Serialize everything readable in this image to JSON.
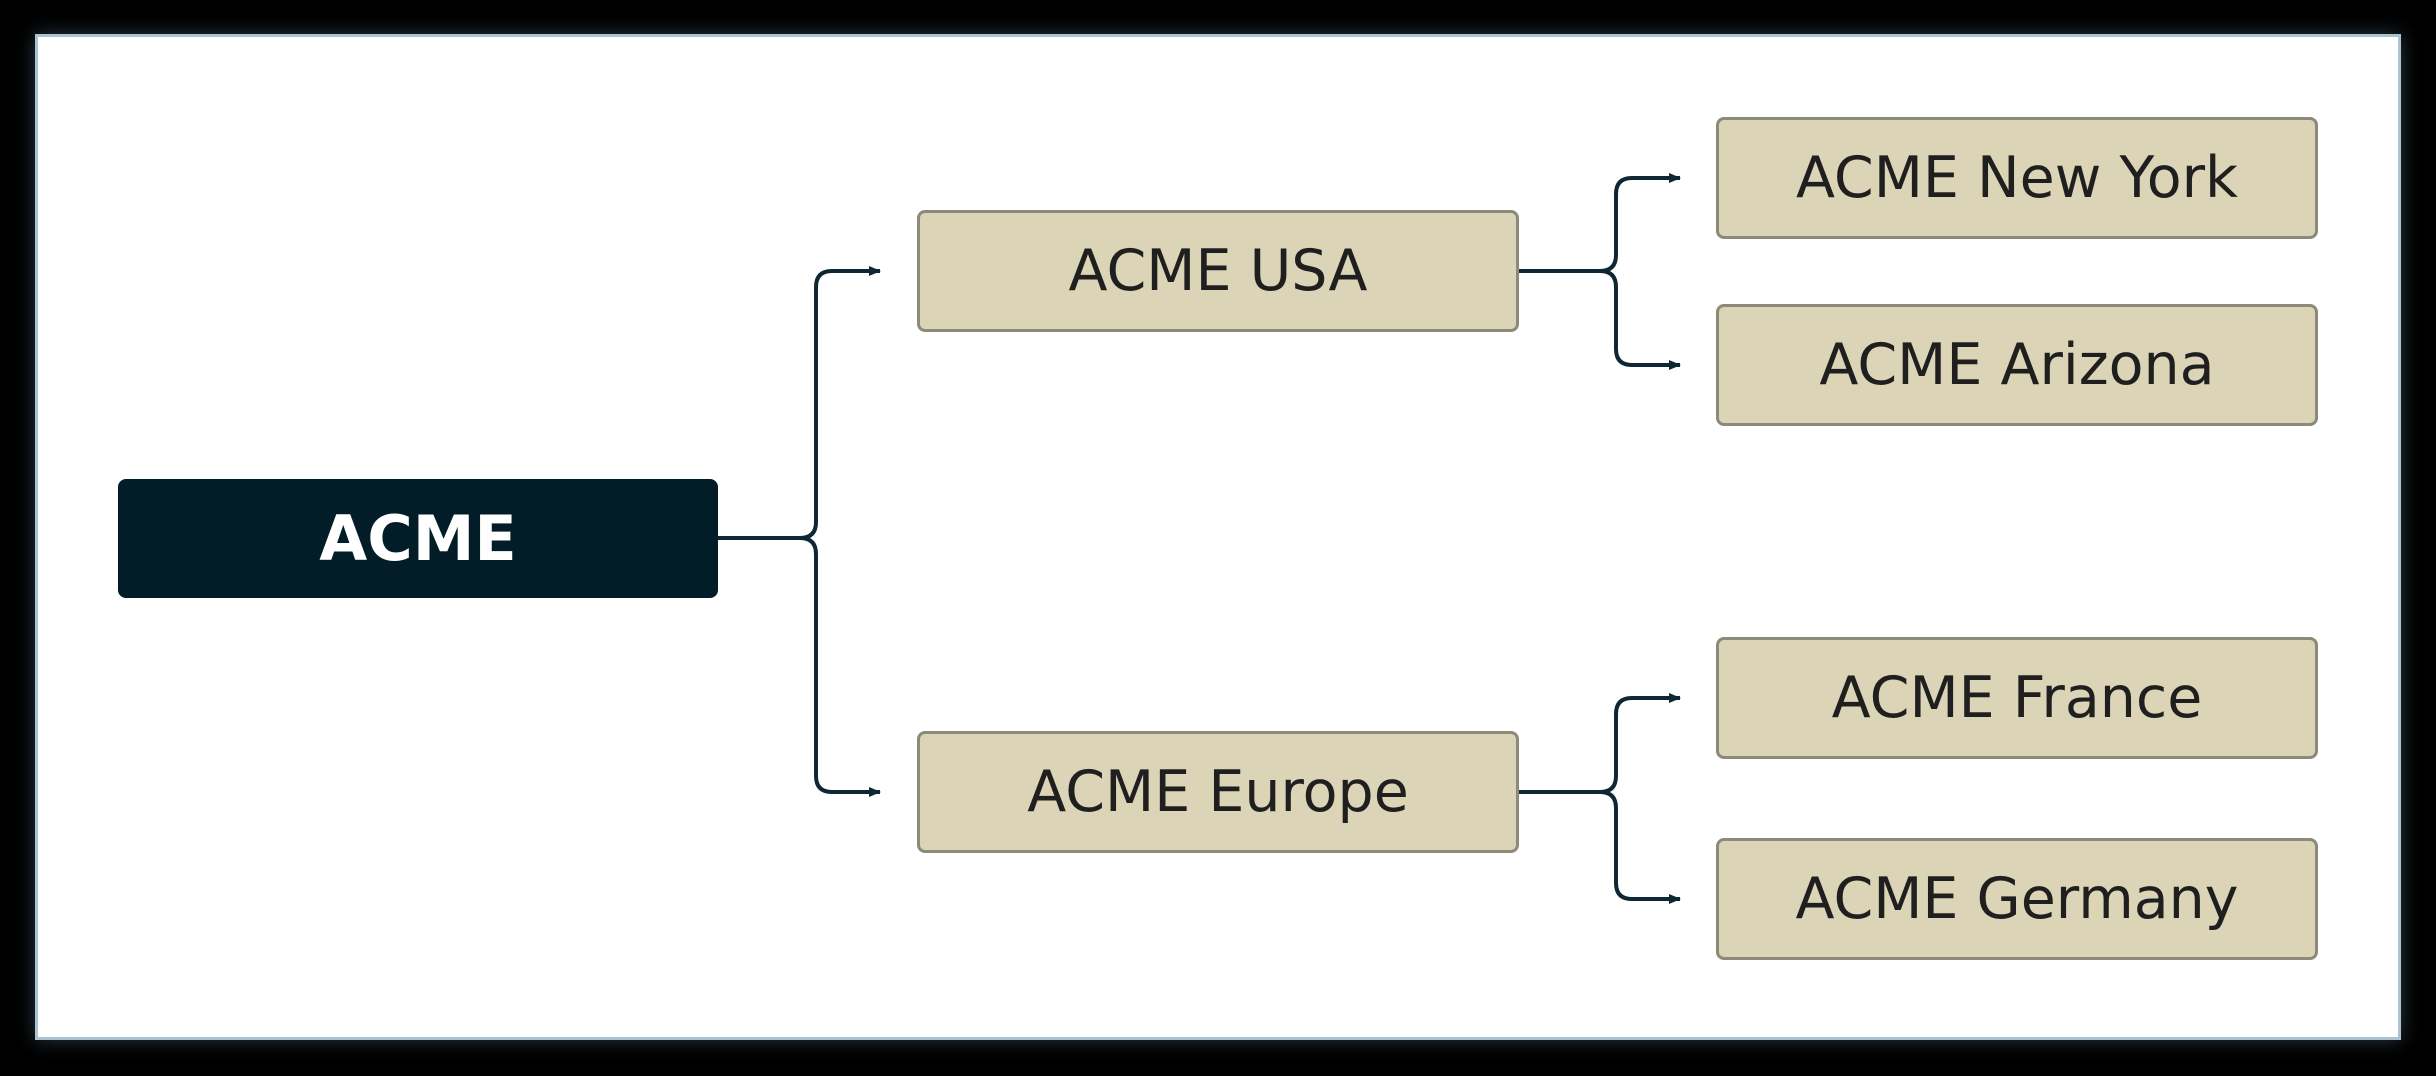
{
  "diagram": {
    "root": {
      "label": "ACME"
    },
    "regions": [
      {
        "label": "ACME USA",
        "children": [
          {
            "label": "ACME New York"
          },
          {
            "label": "ACME Arizona"
          }
        ]
      },
      {
        "label": "ACME Europe",
        "children": [
          {
            "label": "ACME France"
          },
          {
            "label": "ACME Germany"
          }
        ]
      }
    ]
  },
  "colors": {
    "background": "#000000",
    "canvas": "#ffffff",
    "canvas_border": "#a9c3d1",
    "root_fill": "#021c28",
    "root_text": "#ffffff",
    "node_fill": "#dbd4b6",
    "node_border": "#8d8a7a",
    "connector": "#0e2733"
  }
}
